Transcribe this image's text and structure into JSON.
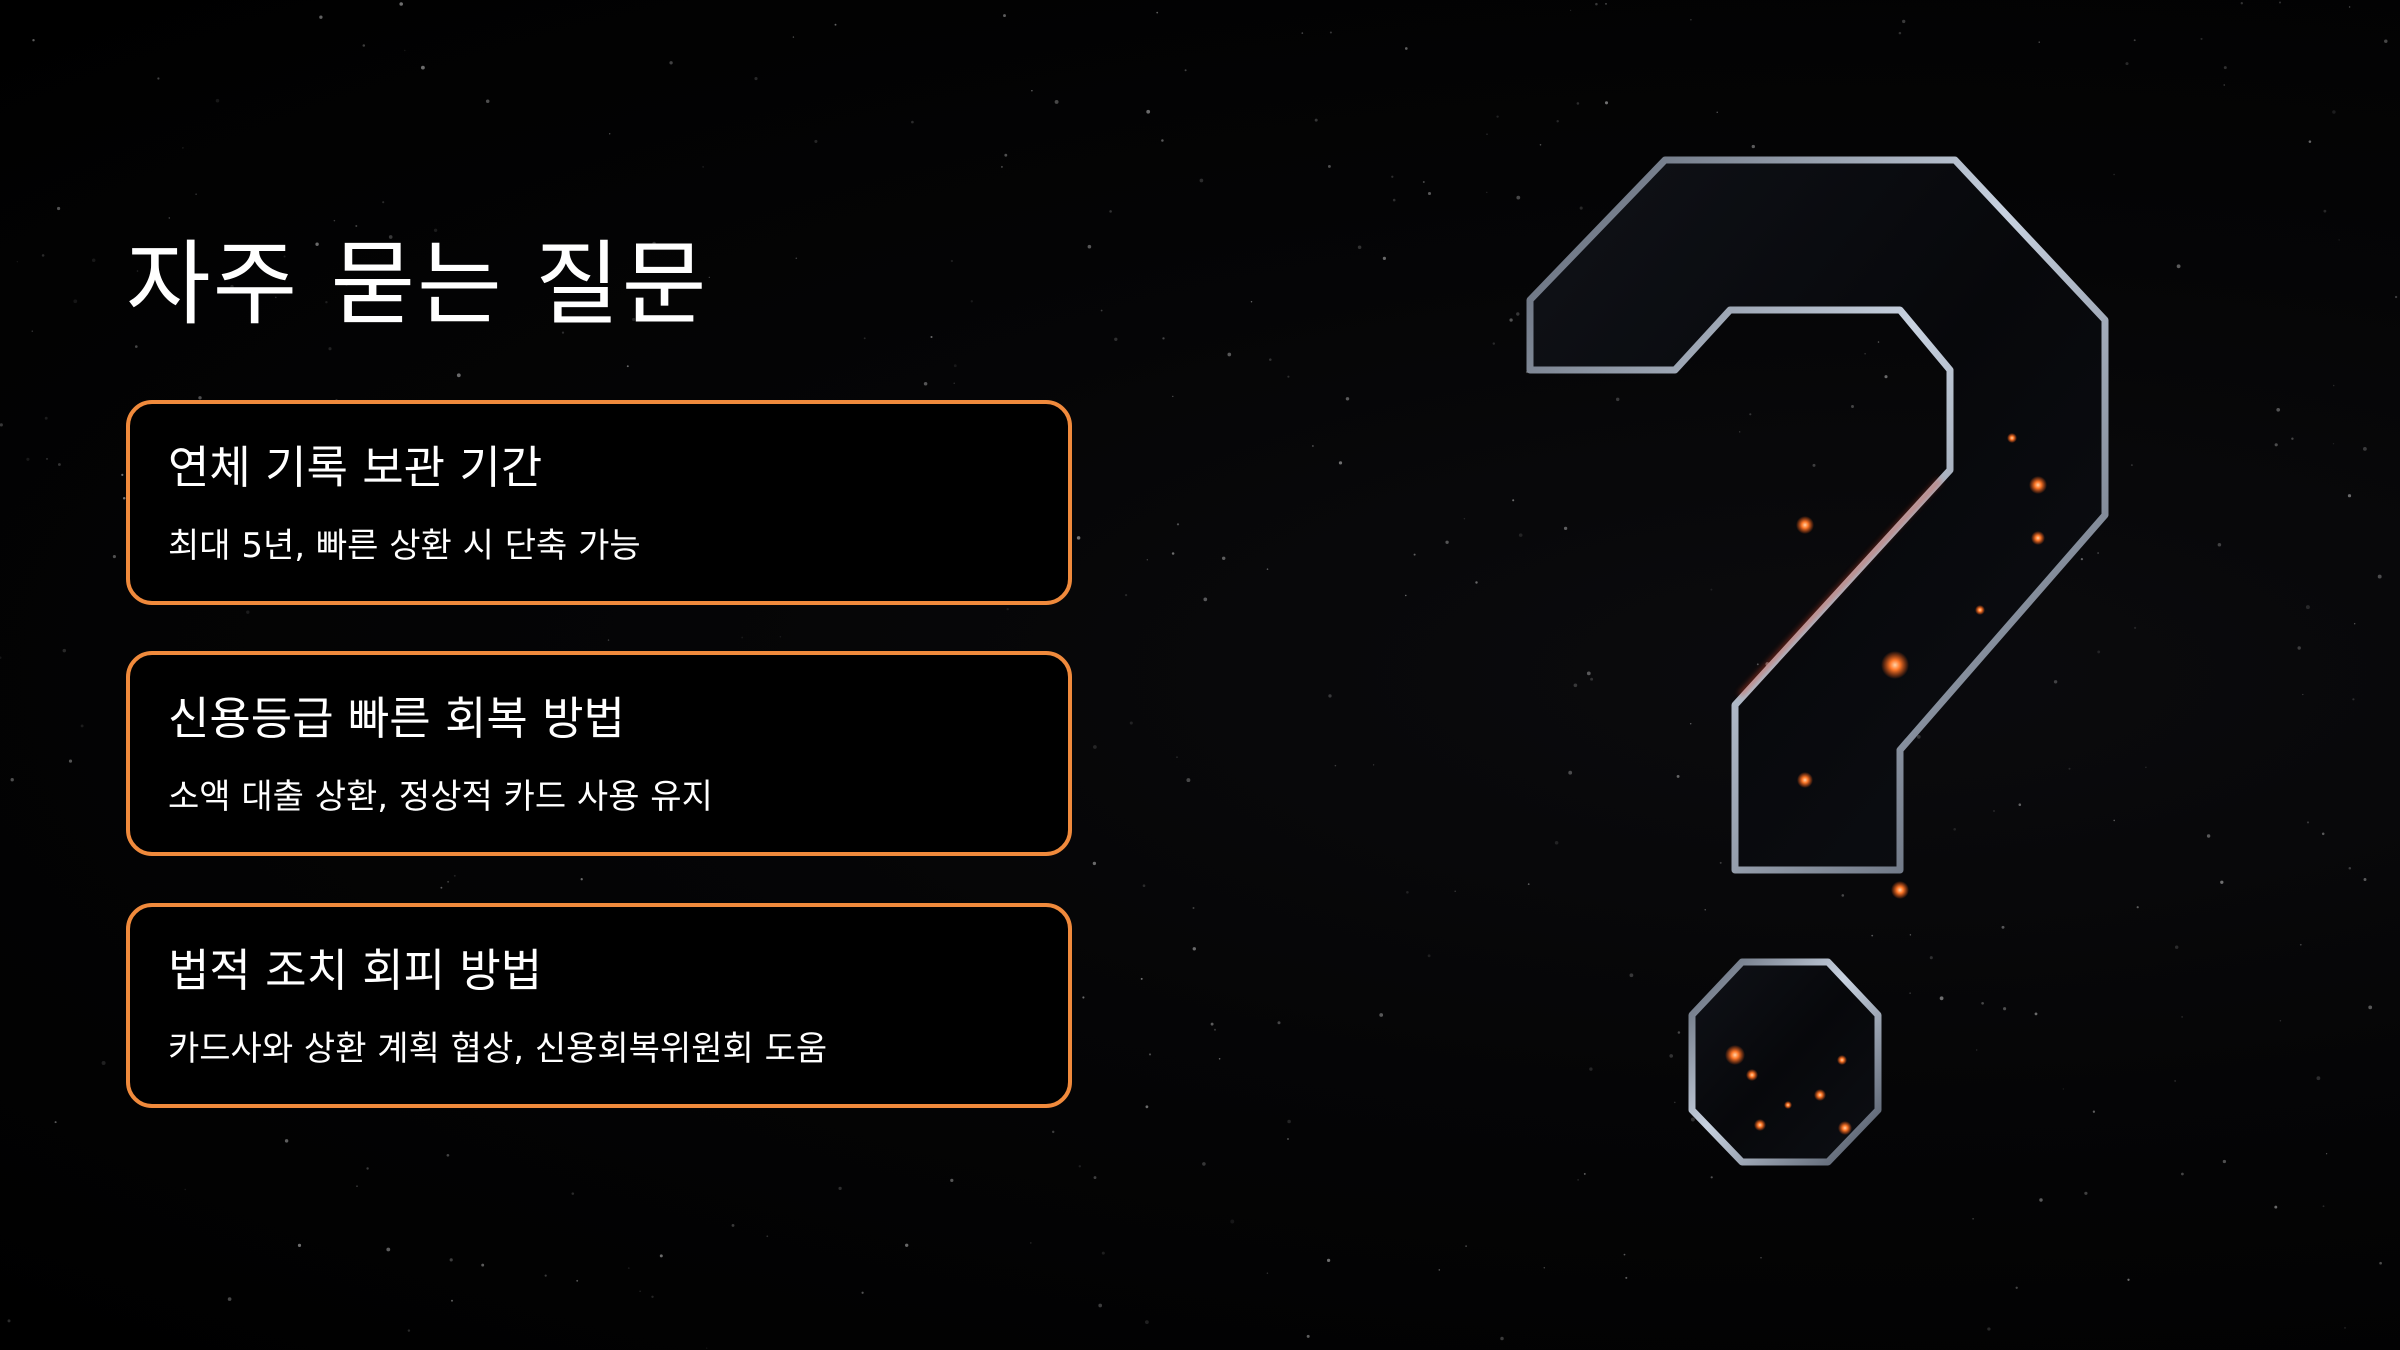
{
  "title": "자주 묻는 질문",
  "faq": [
    {
      "question": "연체 기록 보관 기간",
      "answer": "최대 5년, 빠른 상환 시 단축 가능"
    },
    {
      "question": "신용등급 빠른 회복 방법",
      "answer": "소액 대출 상환, 정상적 카드 사용 유지"
    },
    {
      "question": "법적 조치 회피 방법",
      "answer": "카드사와 상환 계획 협상, 신용회복위원회 도움"
    }
  ],
  "colors": {
    "background": "#000000",
    "card_border": "#f08a3c",
    "text": "#ffffff",
    "glow": "#ff6a1f"
  },
  "illustration": "question-mark-icon"
}
